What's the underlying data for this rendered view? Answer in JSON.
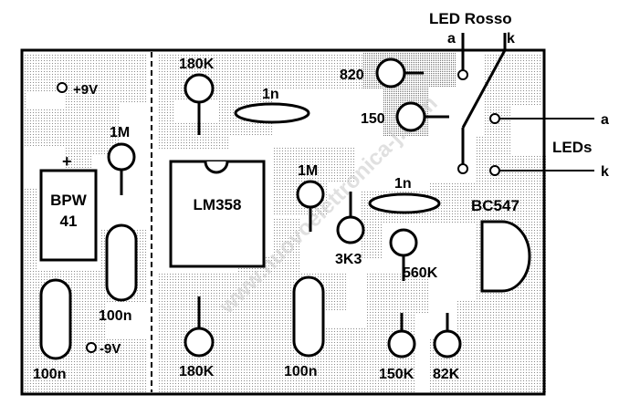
{
  "diagram": {
    "components": {
      "r_180k_top": "180K",
      "r_180k_bottom": "180K",
      "r_820": "820",
      "r_150": "150",
      "r_1m_left": "1M",
      "r_1m_mid": "1M",
      "r_3k3": "3K3",
      "r_560k": "560K",
      "r_150k": "150K",
      "r_82k": "82K",
      "c_1n_top": "1n",
      "c_1n_mid": "1n",
      "c_100n_left": "100n",
      "c_100n_mid": "100n",
      "c_100n_right": "100n",
      "ic": "LM358",
      "transistor": "BC547",
      "sensor_line1": "BPW",
      "sensor_line2": "41",
      "sensor_polarity": "+"
    },
    "supply": {
      "pos": "+9V",
      "neg": "-9V"
    },
    "led_red": {
      "title": "LED Rosso",
      "anode": "a",
      "cathode": "k"
    },
    "leds": {
      "title": "LEDs",
      "anode": "a",
      "cathode": "k"
    },
    "watermark": "www.nuovoelettronica-j.com"
  }
}
